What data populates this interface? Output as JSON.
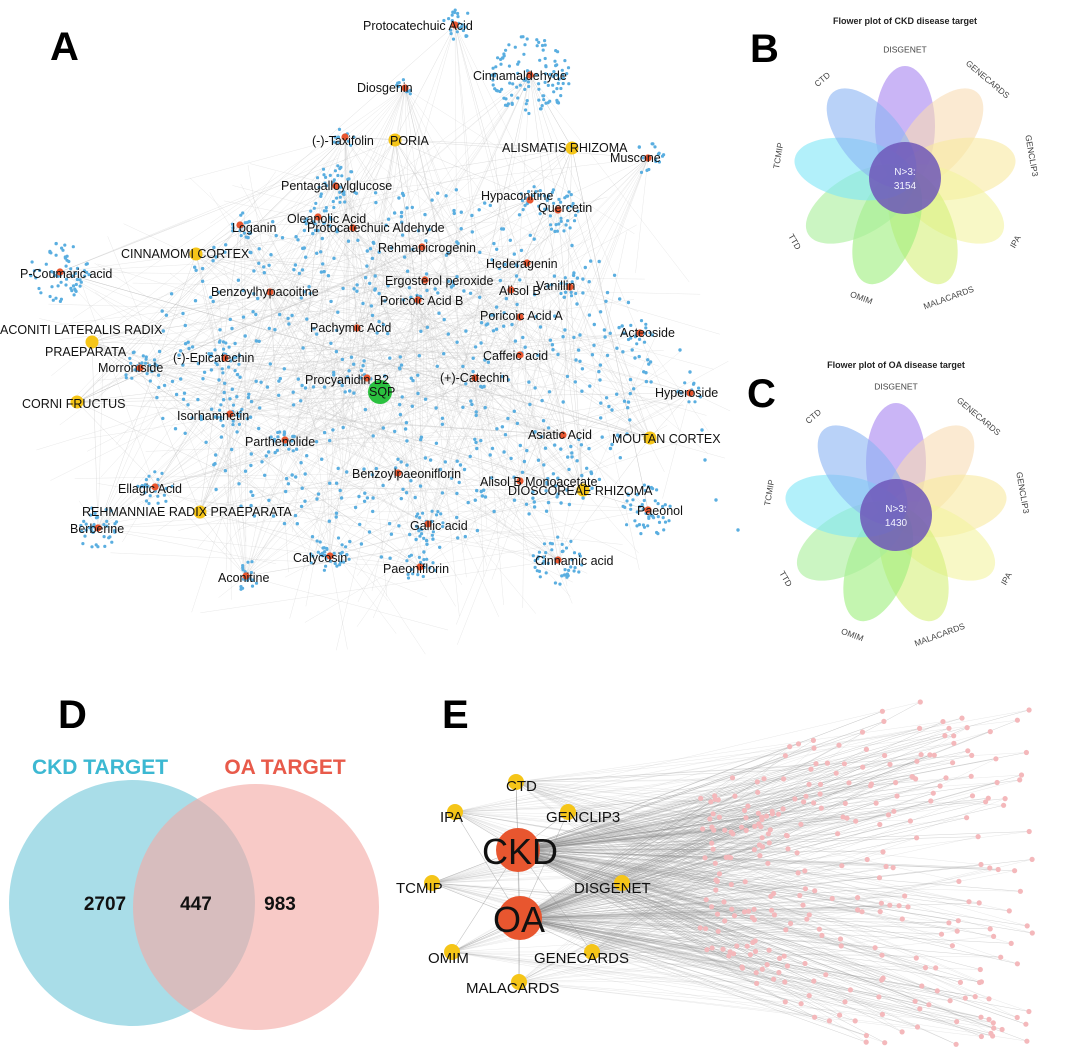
{
  "panels": {
    "a": {
      "letter": "A",
      "hub": "SQP",
      "herbs": [
        "ALISMATIS RHIZOMA",
        "CINNAMOMI CORTEX",
        "ACONITI LATERALIS RADIX",
        "PRAEPARATA",
        "CORNI FRUCTUS",
        "MOUTAN CORTEX",
        "DIOSCOREAE RHIZOMA",
        "REHMANNIAE RADIX PRAEPARATA",
        "PORIA"
      ],
      "compounds": [
        "Protocatechuic Acid",
        "Cinnamaldehyde",
        "Diosgenin",
        "(-)-Taxifolin",
        "Muscone",
        "Pentagalloylglucose",
        "Hypaconitine",
        "Oleanolic Acid",
        "Loganin",
        "Protocatechuic Aldehyde",
        "Quercetin",
        "Rehmapicrogenin",
        "Hederagenin",
        "Vanillin",
        "P-Coumaric acid",
        "Ergosterol peroxide",
        "Alisol B",
        "Benzoylhypacoitine",
        "Poricoic Acid B",
        "Poricoic Acid A",
        "Acteoside",
        "Pachymic Acid",
        "Caffeic acid",
        "(-)-Epicatechin",
        "Procyanidin B2",
        "(+)-Catechin",
        "Morroniside",
        "Hyperoside",
        "Isorhamnetin",
        "Parthenolide",
        "Asiatic Acid",
        "Ellagic Acid",
        "Alisol B Monoacetate",
        "Benzoylpaeoniflorin",
        "Paeonol",
        "Berberine",
        "Gallic acid",
        "Calycosin",
        "Cinnamic acid",
        "Aconitine",
        "Paeoniflorin"
      ]
    },
    "b": {
      "letter": "B",
      "title": "Flower plot of CKD disease target",
      "petals": [
        "DISGENET",
        "GENECARDS",
        "GENCLIP3",
        "IPA",
        "MALACARDS",
        "OMIM",
        "TTD",
        "TCMIP",
        "CTD"
      ],
      "center_line1": "N>3:",
      "center_line2": "3154"
    },
    "c": {
      "letter": "C",
      "title": "Flower plot of OA disease target",
      "petals": [
        "DISGENET",
        "GENECARDS",
        "GENCLIP3",
        "IPA",
        "MALACARDS",
        "OMIM",
        "TTD",
        "TCMIP",
        "CTD"
      ],
      "center_line1": "N>3:",
      "center_line2": "1430"
    },
    "d": {
      "letter": "D",
      "left_title": "CKD TARGET",
      "right_title": "OA TARGET",
      "left_only": "2707",
      "overlap": "447",
      "right_only": "983"
    },
    "e": {
      "letter": "E",
      "diseases": [
        "CKD",
        "OA"
      ],
      "databases": [
        "CTD",
        "IPA",
        "GENCLIP3",
        "TCMIP",
        "DISGENET",
        "OMIM",
        "GENECARDS",
        "MALACARDS"
      ]
    }
  },
  "colors": {
    "compound_node": "#e8562f",
    "herb_node": "#f5c518",
    "hub_node": "#2bc13f",
    "target_node": "#5aaee0",
    "edge": "#bdbdbd",
    "ckd_circle": "#a9dde8",
    "oa_circle": "#f4aaa5",
    "ckd_title": "#3cb8d2",
    "oa_title": "#e85a4a",
    "e_target": "#f4b8bb"
  },
  "petal_colors": [
    "#a684f0",
    "#f8dcb4",
    "#f8eaa0",
    "#f4f4a0",
    "#d6f07a",
    "#9cef7c",
    "#a8ee9a",
    "#7fe6f6",
    "#8ab4f4"
  ]
}
